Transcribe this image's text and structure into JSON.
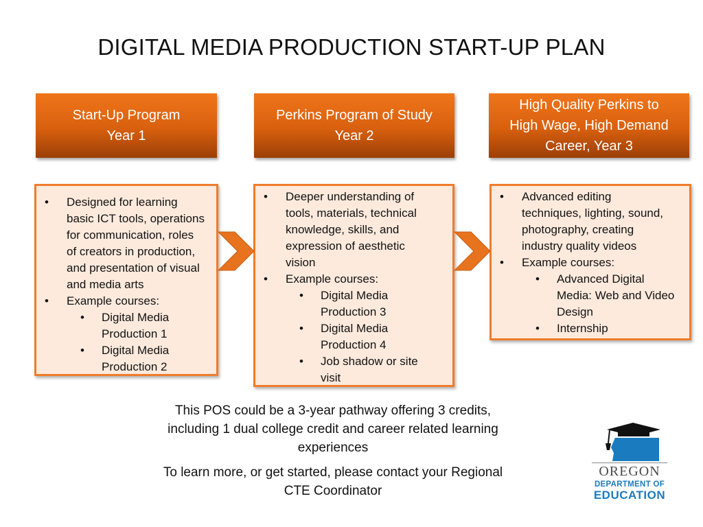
{
  "title": "DIGITAL MEDIA PRODUCTION START-UP PLAN",
  "columns": [
    {
      "header": [
        "Start-Up Program",
        "Year 1"
      ],
      "items": [
        {
          "text": [
            "Designed for learning",
            "basic ICT tools, operations",
            "for communication, roles",
            "of creators in production,",
            "and presentation of visual",
            "and media arts"
          ],
          "sub": []
        },
        {
          "text": [
            "Example courses:"
          ],
          "sub": [
            [
              "Digital Media",
              "Production 1"
            ],
            [
              "Digital Media",
              "Production 2"
            ]
          ]
        }
      ]
    },
    {
      "header": [
        "Perkins Program of Study",
        "Year 2"
      ],
      "items": [
        {
          "text": [
            "Deeper understanding of",
            "tools, materials, technical",
            "knowledge, skills, and",
            "expression of aesthetic",
            "vision"
          ],
          "sub": []
        },
        {
          "text": [
            "Example courses:"
          ],
          "sub": [
            [
              "Digital Media",
              "Production 3"
            ],
            [
              "Digital Media",
              "Production 4"
            ],
            [
              "Job shadow or site",
              "visit"
            ]
          ]
        }
      ]
    },
    {
      "header": [
        "High Quality Perkins to",
        "High Wage, High Demand",
        "Career, Year 3"
      ],
      "items": [
        {
          "text": [
            "Advanced editing",
            "techniques, lighting, sound,",
            "photography, creating",
            "industry quality videos"
          ],
          "sub": []
        },
        {
          "text": [
            "Example courses:"
          ],
          "sub": [
            [
              "Advanced Digital",
              "Media: Web and Video",
              "Design"
            ],
            [
              "Internship"
            ]
          ]
        }
      ]
    }
  ],
  "bullet": "•",
  "footer": {
    "line1": [
      "This POS could be a 3-year pathway offering 3 credits,",
      "including 1 dual college credit and career related learning",
      "experiences"
    ],
    "line2": [
      "To learn more, or get started, please contact your Regional",
      "CTE Coordinator"
    ]
  },
  "logo": {
    "word1": "OREGON",
    "word2": "DEPARTMENT OF",
    "word3": "EDUCATION",
    "icon": "oregon-graduation-cap-icon"
  },
  "colors": {
    "orange": "#f07c2a",
    "box_fill": "#fdeadd",
    "logo_blue": "#1b7bbf",
    "logo_gray": "#4a4a4a"
  }
}
